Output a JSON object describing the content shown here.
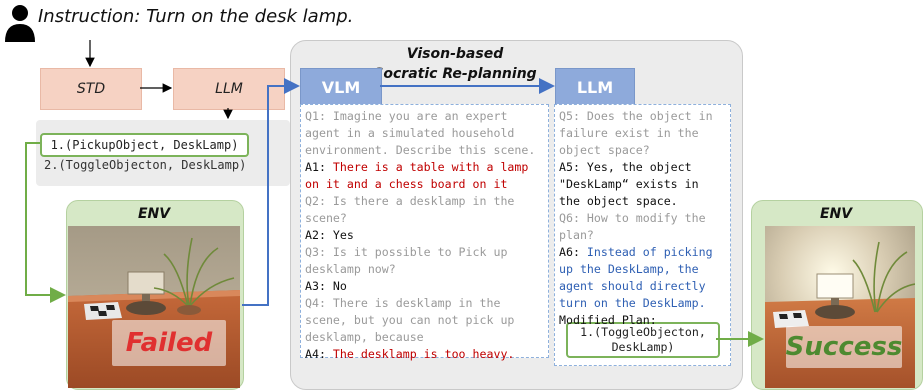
{
  "instruction": {
    "text": "Instruction: Turn on the desk lamp."
  },
  "icons": {
    "user": "user-icon",
    "lamp": "desk-lamp-icon",
    "chessboard": "chessboard-icon",
    "plant": "plant-icon"
  },
  "pipeline": {
    "std_label": "STD",
    "llm_label": "LLM"
  },
  "plan": {
    "steps": [
      "1.(PickupObject, DeskLamp)",
      "2.(ToggleObjecton, DeskLamp)"
    ]
  },
  "socratic": {
    "title_line1": "Vison-based",
    "title_line2": "Socratic Re-planning",
    "vlm_label": "VLM",
    "llm_label": "LLM",
    "left_lines": [
      {
        "text": "Q1: Imagine you are an expert",
        "style": "grey"
      },
      {
        "text": "agent in a simulated household",
        "style": "grey"
      },
      {
        "text": "environment. Describe this scene.",
        "style": "grey"
      },
      {
        "text": "A1: ",
        "style": "black",
        "rest": "There is a table with a lamp",
        "rest_style": "red"
      },
      {
        "text": "on it and a chess board on it",
        "style": "red"
      },
      {
        "text": "Q2: Is there a desklamp in the",
        "style": "grey"
      },
      {
        "text": "scene?",
        "style": "grey"
      },
      {
        "text": "A2: Yes",
        "style": "black"
      },
      {
        "text": "Q3: Is it possible to Pick up",
        "style": "grey"
      },
      {
        "text": "desklamp now?",
        "style": "grey"
      },
      {
        "text": "A3: No",
        "style": "black"
      },
      {
        "text": "Q4: There is desklamp in the",
        "style": "grey"
      },
      {
        "text": "scene, but you can not pick up",
        "style": "grey"
      },
      {
        "text": "desklamp, because",
        "style": "grey"
      },
      {
        "text": "A4: ",
        "style": "black",
        "rest": "The desklamp is too heavy.",
        "rest_style": "red"
      }
    ],
    "right_lines": [
      {
        "text": "Q5: Does the object in",
        "style": "grey"
      },
      {
        "text": "failure exist in the",
        "style": "grey"
      },
      {
        "text": "object space?",
        "style": "grey"
      },
      {
        "text": "A5: Yes, the object",
        "style": "black"
      },
      {
        "text": "\"DeskLamp“ exists in",
        "style": "black"
      },
      {
        "text": "the object space.",
        "style": "black"
      },
      {
        "text": "Q6: How to modify the",
        "style": "grey"
      },
      {
        "text": "plan?",
        "style": "grey"
      },
      {
        "text": "A6: ",
        "style": "black",
        "rest": "Instead of picking",
        "rest_style": "blue"
      },
      {
        "text": "up the DeskLamp, the",
        "style": "blue"
      },
      {
        "text": "agent should directly",
        "style": "blue"
      },
      {
        "text": "turn on the DeskLamp.",
        "style": "blue"
      },
      {
        "text": "Modified Plan:",
        "style": "black"
      }
    ],
    "modified_plan_line1": "1.(ToggleObjecton,",
    "modified_plan_line2": "DeskLamp)"
  },
  "env": {
    "label": "ENV",
    "failed_label": "Failed",
    "success_label": "Success"
  },
  "colors": {
    "orange_box": "#f6d2c3",
    "blue_box": "#8eaadb",
    "green_border": "#7cb35a",
    "arrow_blue": "#4472c4",
    "arrow_green": "#70ad47",
    "failed_red": "#e03030",
    "success_green": "#4d8a30"
  }
}
